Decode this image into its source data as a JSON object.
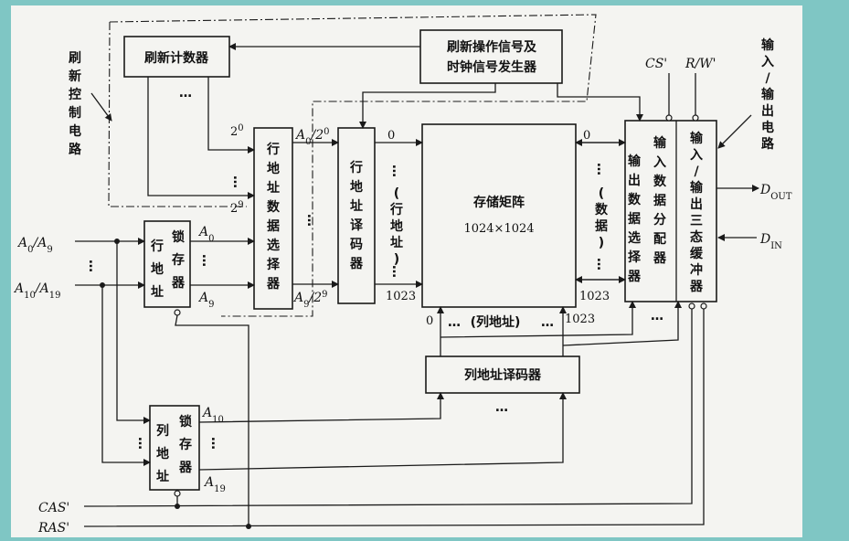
{
  "title": "",
  "colors": {
    "page_background": "#f4f4f1",
    "frame_background": "#7fc6c4",
    "ink": "#1a1a1a"
  },
  "blocks": {
    "refresh_counter": "刷新计数器",
    "refresh_signal_generator": [
      "刷新操作信号及",
      "时钟信号发生器"
    ],
    "row_address_selector": [
      "行",
      "地",
      "址",
      "数",
      "据",
      "选",
      "择",
      "器"
    ],
    "row_address_decoder": [
      "行",
      "地",
      "址",
      "译",
      "码",
      "器"
    ],
    "memory_matrix": {
      "name": "存储矩阵",
      "size": "1024×1024"
    },
    "output_data_selector": [
      "输",
      "出",
      "数",
      "据",
      "选",
      "择",
      "器"
    ],
    "input_data_distributor": [
      "输",
      "入",
      "数",
      "据",
      "分",
      "配",
      "器"
    ],
    "io_tristate_buffer": [
      "输",
      "入",
      "/",
      "输",
      "出",
      "三",
      "态",
      "缓",
      "冲",
      "器"
    ],
    "row_address_latch": [
      "行",
      "锁",
      "地",
      "存",
      "址",
      "器"
    ],
    "col_address_latch": [
      "列",
      "锁",
      "地",
      "存",
      "址",
      "器"
    ],
    "col_address_decoder": "列地址译码器"
  },
  "labels": {
    "refresh_control_circuit": [
      "刷",
      "新",
      "控",
      "制",
      "电",
      "路"
    ],
    "io_circuit": [
      "输",
      "入",
      "/",
      "输",
      "出",
      "电",
      "路"
    ],
    "row_address_vertical": [
      "(",
      "行",
      "地",
      "址",
      ")"
    ],
    "data_vertical": [
      "(",
      "数",
      "据",
      ")"
    ],
    "col_address": "(列地址)",
    "dots": "…",
    "zero": "0",
    "n1023": "1023",
    "a0_a9": "A0/A9",
    "a10_a19": "A10/A19",
    "a0": "A0",
    "a9": "A9",
    "a10": "A10",
    "a19": "A19",
    "two_0": "2^0",
    "two_9": "2^9",
    "a0_2_0": "A0/2^0",
    "a9_2_9": "A9/2^9",
    "cs": "CS'",
    "rw": "R/W'",
    "dout": "D_OUT",
    "din": "D_IN",
    "cas": "CAS'",
    "ras": "RAS'"
  }
}
